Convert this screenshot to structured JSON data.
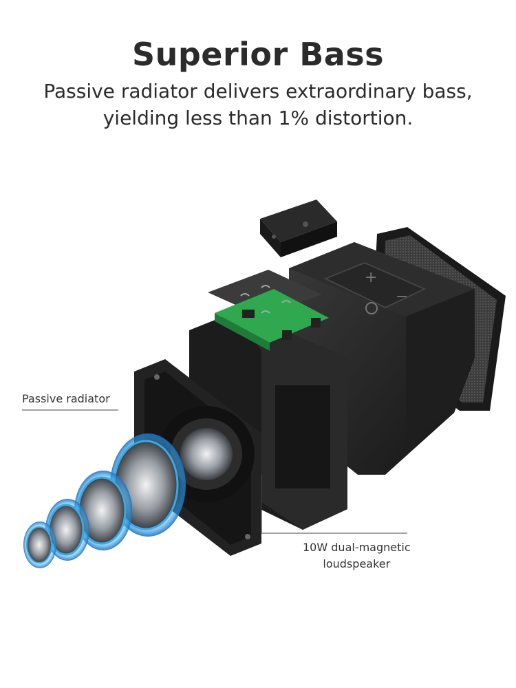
{
  "header": {
    "title": "Superior Bass",
    "subtitle_line1": "Passive radiator delivers extraordinary bass,",
    "subtitle_line2": "yielding less than 1% distortion."
  },
  "callouts": {
    "passive_radiator": "Passive radiator",
    "speaker_line1": "10W dual-magnetic",
    "speaker_line2": "loudspeaker"
  },
  "colors": {
    "text": "#2b2b2b",
    "accent_blue": "#3aa9e8",
    "pcb_green": "#2fa84f",
    "speaker_body": "#2a2a2a"
  }
}
